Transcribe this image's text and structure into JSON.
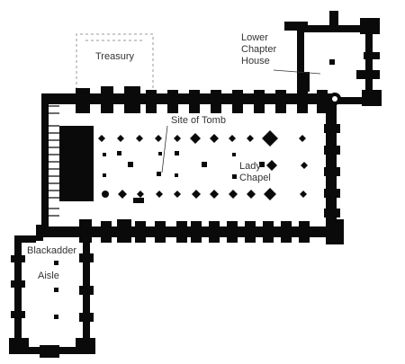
{
  "labels": {
    "treasury": "Treasury",
    "chapter_line1": "Lower",
    "chapter_line2": "Chapter",
    "chapter_line3": "House",
    "tomb": "Site of Tomb",
    "lady_line1": "Lady",
    "lady_line2": "Chapel",
    "aisle_line1": "Blackadder",
    "aisle_line2": "Aisle"
  },
  "colors": {
    "wall": "#0a0a0a",
    "label": "#333333",
    "faint": "#bbbbbb"
  }
}
